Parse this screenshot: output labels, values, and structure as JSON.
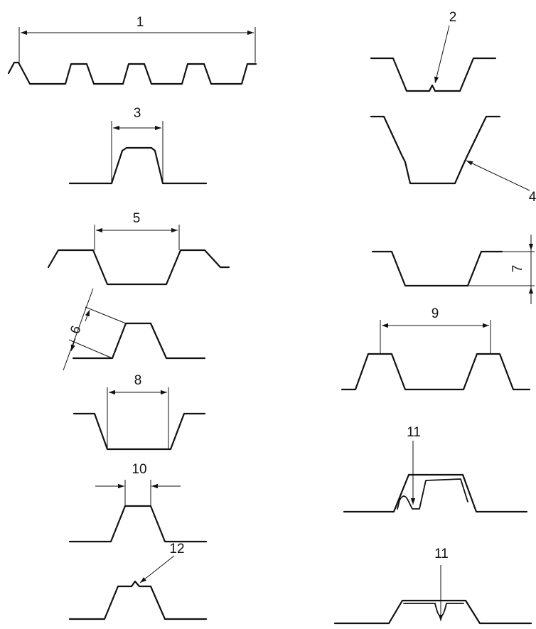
{
  "labels": {
    "l1": "1",
    "l2": "2",
    "l3": "3",
    "l4": "4",
    "l5": "5",
    "l6": "6",
    "l7": "7",
    "l8": "8",
    "l9": "9",
    "l10": "10",
    "l11a": "11",
    "l11b": "11",
    "l12": "12"
  },
  "colors": {
    "line": "#111111",
    "background": "#ffffff"
  }
}
